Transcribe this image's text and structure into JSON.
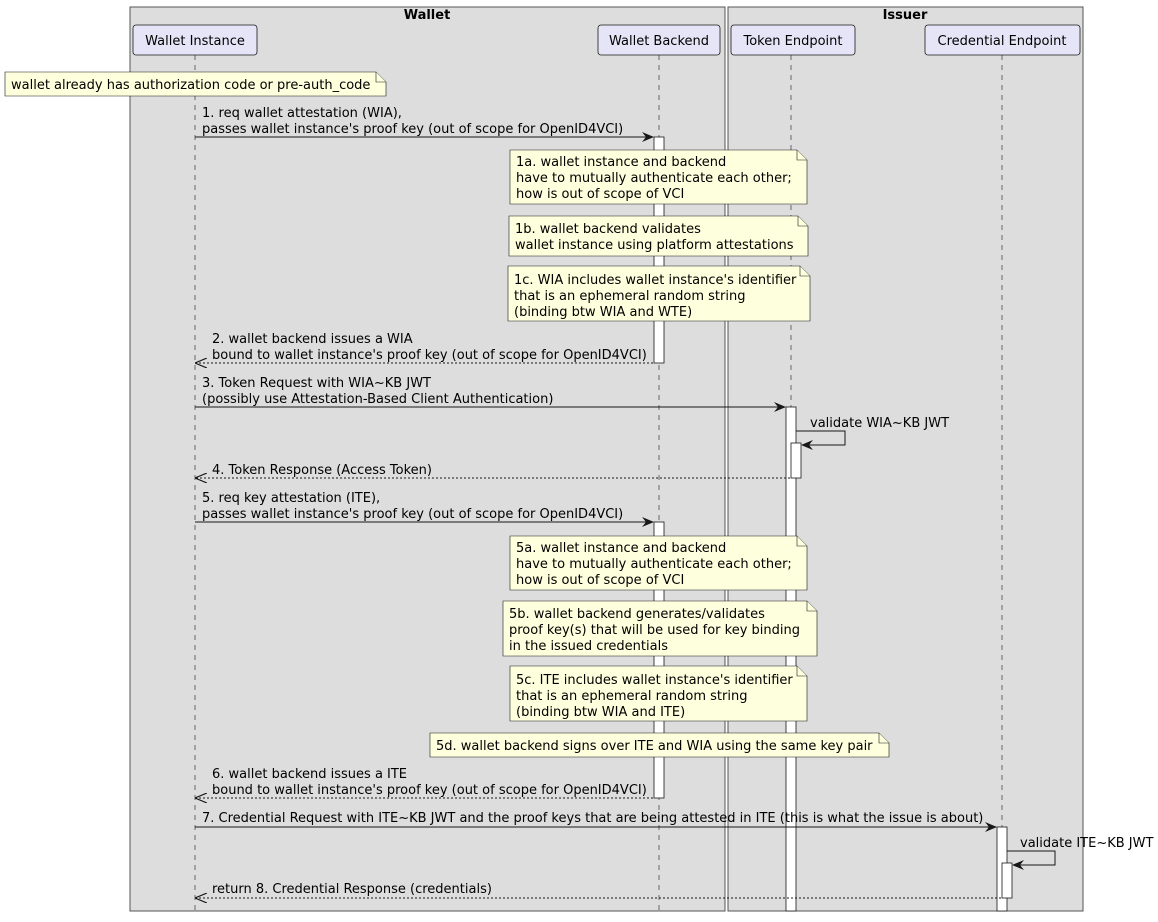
{
  "groups": [
    {
      "id": "wallet",
      "label": "Wallet"
    },
    {
      "id": "issuer",
      "label": "Issuer"
    }
  ],
  "participants": [
    {
      "id": "wi",
      "label": "Wallet Instance"
    },
    {
      "id": "wb",
      "label": "Wallet Backend"
    },
    {
      "id": "te",
      "label": "Token Endpoint"
    },
    {
      "id": "ce",
      "label": "Credential Endpoint"
    }
  ],
  "notes": [
    {
      "id": "n0",
      "lines": [
        "wallet already has authorization code or pre-auth_code"
      ]
    },
    {
      "id": "n1a",
      "lines": [
        "1a. wallet instance and backend",
        "have to mutually authenticate each other;",
        "how is out of scope of VCI"
      ]
    },
    {
      "id": "n1b",
      "lines": [
        "1b. wallet backend validates",
        "wallet instance using platform attestations"
      ]
    },
    {
      "id": "n1c",
      "lines": [
        "1c. WIA includes wallet instance's identifier",
        "that is an ephemeral random string",
        "(binding btw WIA and WTE)"
      ]
    },
    {
      "id": "n5a",
      "lines": [
        "5a. wallet instance and backend",
        "have to mutually authenticate each other;",
        "how is out of scope of VCI"
      ]
    },
    {
      "id": "n5b",
      "lines": [
        "5b. wallet backend generates/validates",
        "proof key(s) that will be used for key binding",
        "in the issued credentials"
      ]
    },
    {
      "id": "n5c",
      "lines": [
        "5c. ITE includes wallet instance's identifier",
        "that is an ephemeral random string",
        "(binding btw WIA and ITE)"
      ]
    },
    {
      "id": "n5d",
      "lines": [
        "5d. wallet backend signs over ITE and WIA using the same key pair"
      ]
    }
  ],
  "messages": [
    {
      "id": "m1",
      "lines": [
        "1. req wallet attestation (WIA),",
        "passes wallet instance's proof key (out of scope for OpenID4VCI)"
      ]
    },
    {
      "id": "m2",
      "lines": [
        "2. wallet backend issues a WIA",
        "bound to wallet instance's proof key (out of scope for OpenID4VCI)"
      ]
    },
    {
      "id": "m3",
      "lines": [
        "3. Token Request with WIA~KB JWT",
        "(possibly use Attestation-Based Client Authentication)"
      ]
    },
    {
      "id": "m3s",
      "lines": [
        "validate WIA~KB JWT"
      ]
    },
    {
      "id": "m4",
      "lines": [
        "4. Token Response (Access Token)"
      ]
    },
    {
      "id": "m5",
      "lines": [
        "5. req key attestation (ITE),",
        "passes wallet instance's proof key (out of scope for OpenID4VCI)"
      ]
    },
    {
      "id": "m6",
      "lines": [
        "6. wallet backend issues a ITE",
        "bound to wallet instance's proof key (out of scope for OpenID4VCI)"
      ]
    },
    {
      "id": "m7",
      "lines": [
        "7. Credential Request with ITE~KB JWT and the proof keys that are being attested in ITE (this is what the issue is about)"
      ]
    },
    {
      "id": "m7s",
      "lines": [
        "validate ITE~KB JWT"
      ]
    },
    {
      "id": "m8",
      "lines": [
        "return 8. Credential Response (credentials)"
      ]
    }
  ],
  "colors": {
    "group_fill": "#dddddd",
    "group_border": "#555555",
    "participant_fill": "#e6e5f7",
    "participant_border": "#181818",
    "note_fill": "#feffdd",
    "note_border": "#181818",
    "line": "#181818",
    "activation_fill": "#ffffff"
  }
}
